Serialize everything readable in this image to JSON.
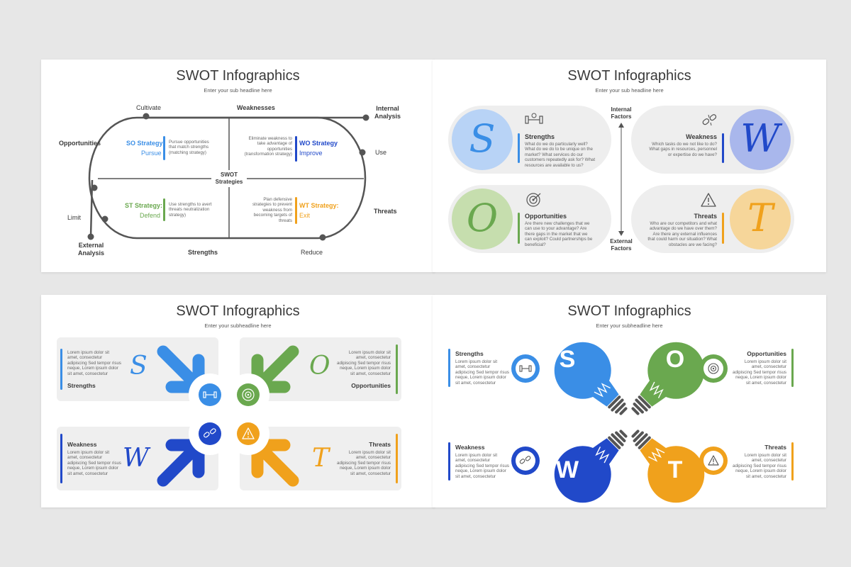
{
  "colors": {
    "blue": "#3a8ee6",
    "green": "#6aa84f",
    "navy": "#2149c9",
    "orange": "#f0a11c",
    "track": "#555555"
  },
  "slide1": {
    "title": "SWOT Infographics",
    "subtitle": "Enter your sub headline here",
    "labels": {
      "cultivate": "Cultivate",
      "weaknesses": "Weaknesses",
      "internal1": "Internal",
      "internal2": "Analysis",
      "opportunities": "Opportunities",
      "use": "Use",
      "threats": "Threats",
      "limit": "Limit",
      "external1": "External",
      "external2": "Analysis",
      "strengths": "Strengths",
      "reduce": "Reduce",
      "center1": "SWOT",
      "center2": "Strategies"
    },
    "so": {
      "title": "SO Strategy",
      "action": "Pursue",
      "desc": "Pursue opportunities that match strengths (matching strategy)"
    },
    "wo": {
      "title": "WO Strategy",
      "action": "Improve",
      "desc": "Eliminate weakness to take advantage of opportunities (transformation strategy)"
    },
    "st": {
      "title": "ST Strategy:",
      "action": "Defend",
      "desc": "Use strengths to avert threats neutralization strategy)"
    },
    "wt": {
      "title": "WT Strategy:",
      "action": "Exit",
      "desc": "Plan defensive strategies to prevent weakness from becoming targets of threats"
    }
  },
  "slide2": {
    "title": "SWOT Infographics",
    "subtitle": "Enter your sub headline here",
    "internal1": "Internal",
    "internal2": "Factors",
    "external1": "External",
    "external2": "Factors",
    "s": {
      "letter": "S",
      "title": "Strengths",
      "desc": "What do we do particularly well? What do we do to be unique on the market? What services do our customers repeatedly ask for? What resources are available to us?",
      "icon": "dumbbell-icon"
    },
    "w": {
      "letter": "W",
      "title": "Weakness",
      "desc": "Which tasks do we not like to do? What gaps in resources, personnel or expertise do we have?",
      "icon": "broken-chain-icon"
    },
    "o": {
      "letter": "O",
      "title": "Opportunities",
      "desc": "Are there new challenges that we can use to your advantage? Are there gaps in the market that we can exploit? Could partnerships be beneficial?",
      "icon": "target-icon"
    },
    "t": {
      "letter": "T",
      "title": "Threats",
      "desc": "Who are our competitors and what advantage do we have over them? Are there any external influences that could harm our situation? What obstacles are we facing?",
      "icon": "warning-icon"
    }
  },
  "slide3": {
    "title": "SWOT Infographics",
    "subtitle": "Enter your subheadline here",
    "lorem": "Lorem ipsum dolor sit amet, consectetur adipiscing Sed tempor risus neque, Lorem ipsum dolor sit amet, consectetur",
    "s": {
      "letter": "S",
      "title": "Strengths"
    },
    "o": {
      "letter": "O",
      "title": "Opportunities"
    },
    "w": {
      "letter": "W",
      "title": "Weakness"
    },
    "t": {
      "letter": "T",
      "title": "Threats"
    }
  },
  "slide4": {
    "title": "SWOT Infographics",
    "subtitle": "Enter your subheadline here",
    "lorem": "Lorem ipsum dolor sit amet, consectetur adipiscing Sed tempor risus neque, Lorem ipsum dolor sit amet, consectetur",
    "s": {
      "letter": "S",
      "title": "Strengths"
    },
    "o": {
      "letter": "O",
      "title": "Opportunities"
    },
    "w": {
      "letter": "W",
      "title": "Weakness"
    },
    "t": {
      "letter": "T",
      "title": "Threats"
    }
  }
}
